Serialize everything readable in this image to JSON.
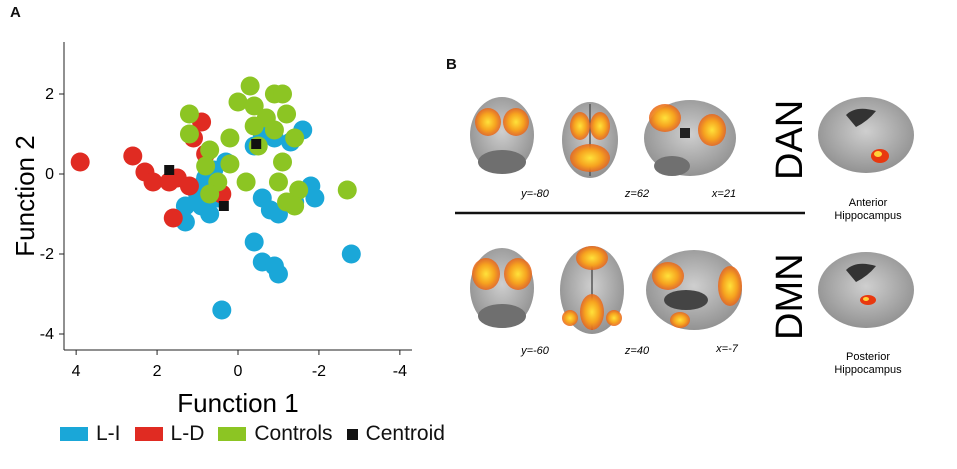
{
  "panels": {
    "a_label": "A",
    "b_label": "B"
  },
  "chart_data": {
    "type": "scatter",
    "title": "",
    "xlabel": "Function 1",
    "ylabel": "Function 2",
    "xlim": [
      4.3,
      -4.3
    ],
    "ylim": [
      -4.4,
      3.3
    ],
    "x_reversed": true,
    "xticks": [
      4,
      2,
      0,
      -2,
      -4
    ],
    "yticks": [
      -4,
      -2,
      0,
      2
    ],
    "grid": false,
    "legend_position": "bottom",
    "series": [
      {
        "name": "L-I",
        "color": "#1aa7d8",
        "marker": "circle",
        "points": [
          [
            -0.6,
            1.0
          ],
          [
            -0.4,
            0.7
          ],
          [
            -1.6,
            1.1
          ],
          [
            -1.3,
            0.8
          ],
          [
            -0.9,
            0.9
          ],
          [
            0.3,
            0.3
          ],
          [
            0.6,
            0.1
          ],
          [
            0.8,
            -0.1
          ],
          [
            0.9,
            -0.3
          ],
          [
            1.0,
            -0.5
          ],
          [
            1.3,
            -0.8
          ],
          [
            1.3,
            -1.2
          ],
          [
            0.9,
            -0.8
          ],
          [
            0.5,
            -0.6
          ],
          [
            0.7,
            -1.0
          ],
          [
            -0.6,
            -0.6
          ],
          [
            -0.8,
            -0.9
          ],
          [
            -1.0,
            -1.0
          ],
          [
            -1.4,
            -0.7
          ],
          [
            -1.8,
            -0.3
          ],
          [
            -1.9,
            -0.6
          ],
          [
            -0.4,
            -1.7
          ],
          [
            -0.6,
            -2.2
          ],
          [
            -0.9,
            -2.3
          ],
          [
            -1.0,
            -2.5
          ],
          [
            0.4,
            -3.4
          ],
          [
            -2.8,
            -2.0
          ]
        ]
      },
      {
        "name": "L-D",
        "color": "#e02b22",
        "marker": "circle",
        "points": [
          [
            3.9,
            0.3
          ],
          [
            2.6,
            0.45
          ],
          [
            2.3,
            0.05
          ],
          [
            2.1,
            -0.2
          ],
          [
            1.7,
            -0.2
          ],
          [
            1.5,
            -0.1
          ],
          [
            1.2,
            -0.3
          ],
          [
            0.8,
            0.5
          ],
          [
            1.1,
            0.9
          ],
          [
            0.9,
            1.3
          ],
          [
            0.4,
            -0.5
          ],
          [
            1.6,
            -1.1
          ]
        ]
      },
      {
        "name": "Controls",
        "color": "#8cc523",
        "marker": "circle",
        "points": [
          [
            -0.3,
            2.2
          ],
          [
            0.0,
            1.8
          ],
          [
            -0.4,
            1.7
          ],
          [
            -0.9,
            2.0
          ],
          [
            -1.1,
            2.0
          ],
          [
            -0.7,
            1.4
          ],
          [
            -1.2,
            1.5
          ],
          [
            -0.9,
            1.1
          ],
          [
            -0.4,
            1.2
          ],
          [
            1.2,
            1.5
          ],
          [
            1.2,
            1.0
          ],
          [
            0.2,
            0.9
          ],
          [
            0.7,
            0.6
          ],
          [
            -0.5,
            0.7
          ],
          [
            -1.4,
            0.9
          ],
          [
            -1.1,
            0.3
          ],
          [
            0.2,
            0.25
          ],
          [
            0.8,
            0.2
          ],
          [
            0.5,
            -0.2
          ],
          [
            0.7,
            -0.5
          ],
          [
            -0.2,
            -0.2
          ],
          [
            -1.0,
            -0.2
          ],
          [
            -1.5,
            -0.4
          ],
          [
            -1.2,
            -0.7
          ],
          [
            -1.4,
            -0.8
          ],
          [
            -2.7,
            -0.4
          ]
        ]
      },
      {
        "name": "Centroid",
        "color": "#111111",
        "marker": "square",
        "points": [
          [
            1.7,
            0.1
          ],
          [
            -0.45,
            0.75
          ],
          [
            0.35,
            -0.8
          ]
        ]
      }
    ]
  },
  "brain_panel": {
    "networks": [
      {
        "label": "DAN",
        "slices": [
          "y=-80",
          "z=62",
          "x=21"
        ],
        "hippocampus_label": [
          "Anterior",
          "Hippocampus"
        ]
      },
      {
        "label": "DMN",
        "slices": [
          "y=-60",
          "z=40",
          "x=-7"
        ],
        "hippocampus_label": [
          "Posterior",
          "Hippocampus"
        ]
      }
    ],
    "colors": {
      "brain": "#a9a9a9",
      "activation_outer": "#f08a1a",
      "activation_inner": "#ffe23a",
      "hippocampus_spot": "#e8380f"
    }
  }
}
